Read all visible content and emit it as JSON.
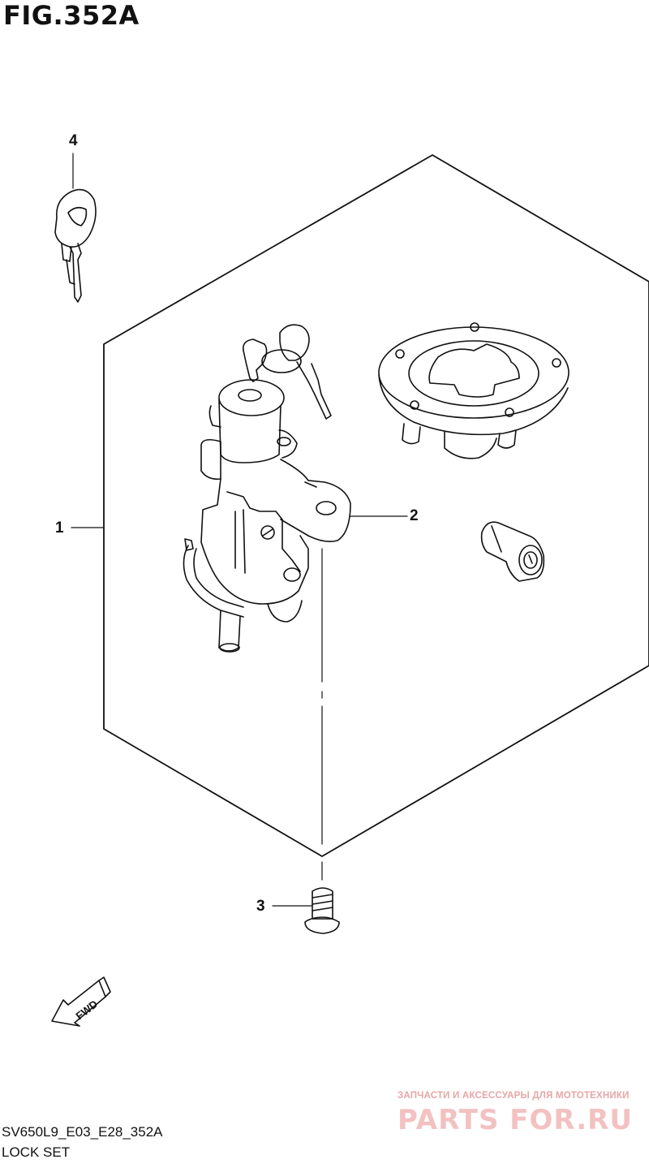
{
  "figure": {
    "title": "FIG.352A",
    "code": "SV650L9_E03_E28_352A",
    "name": "LOCK SET"
  },
  "callouts": [
    {
      "number": "1",
      "part": "lock-set"
    },
    {
      "number": "2",
      "part": "ignition-switch"
    },
    {
      "number": "3",
      "part": "screw"
    },
    {
      "number": "4",
      "part": "key-blank"
    }
  ],
  "direction_marker": "FWD",
  "watermark": {
    "tagline": "ЗАПЧАСТИ И АКСЕССУАРЫ ДЛЯ МОТОТЕХНИКИ",
    "logo": "PARTS FOR.RU"
  }
}
